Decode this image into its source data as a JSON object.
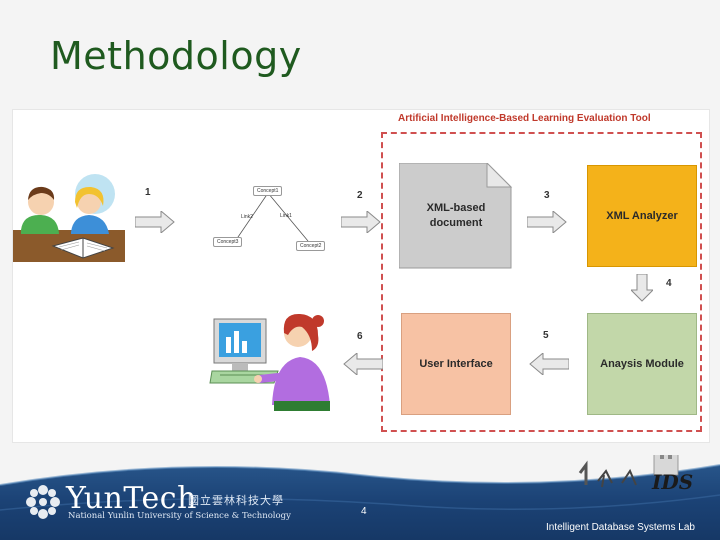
{
  "slide": {
    "title": "Methodology",
    "page_number": "4"
  },
  "diagram": {
    "tool_label": "Artificial Intelligence-Based Learning Evaluation Tool",
    "concept_map": {
      "concepts": [
        "Concept1",
        "Concept3",
        "Concept2"
      ],
      "links": [
        "Link2",
        "Link1"
      ]
    },
    "boxes": {
      "xml_document": "XML-based document",
      "xml_analyzer": "XML Analyzer",
      "analysis_module": "Anaysis Module",
      "user_interface": "User Interface"
    },
    "steps": [
      "1",
      "2",
      "3",
      "4",
      "5",
      "6"
    ],
    "colors": {
      "tool_border": "#d05050",
      "xml_document": "#cccccc",
      "xml_analyzer": "#f4b21a",
      "analysis_module": "#c2d7a9",
      "user_interface": "#f7c2a4"
    }
  },
  "footer": {
    "brand": "YunTech",
    "brand_chinese": "國立雲林科技大學",
    "brand_english": "National Yunlin University of Science & Technology",
    "lab_name": "Intelligent Database Systems Lab",
    "lab_logo_text": "IDS"
  }
}
